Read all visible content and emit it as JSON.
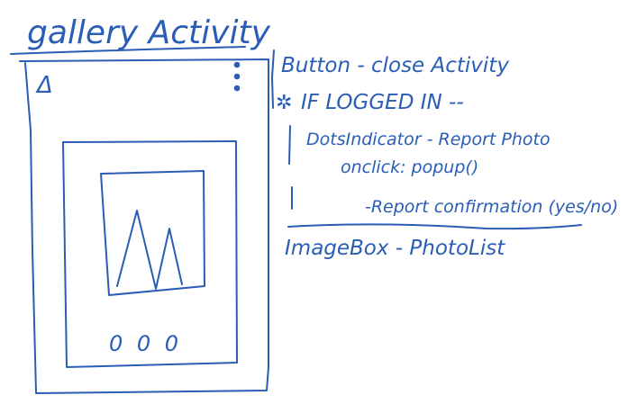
{
  "diagram": {
    "title": "gallery Activity",
    "back_button_glyph": "Δ",
    "menu_icon": "vertical-dots-icon",
    "page_indicator": "0 0 0",
    "notes": {
      "button": "Button - close Activity",
      "logged_in": "IF LOGGED IN --",
      "dots_indicator": "DotsIndicator - Report Photo",
      "onclick": "onclick: popup()",
      "confirmation": "-Report confirmation (yes/no)",
      "image_box": "ImageBox - PhotoList"
    },
    "star_glyph": "✲",
    "ink_color": "#2a5db5"
  }
}
